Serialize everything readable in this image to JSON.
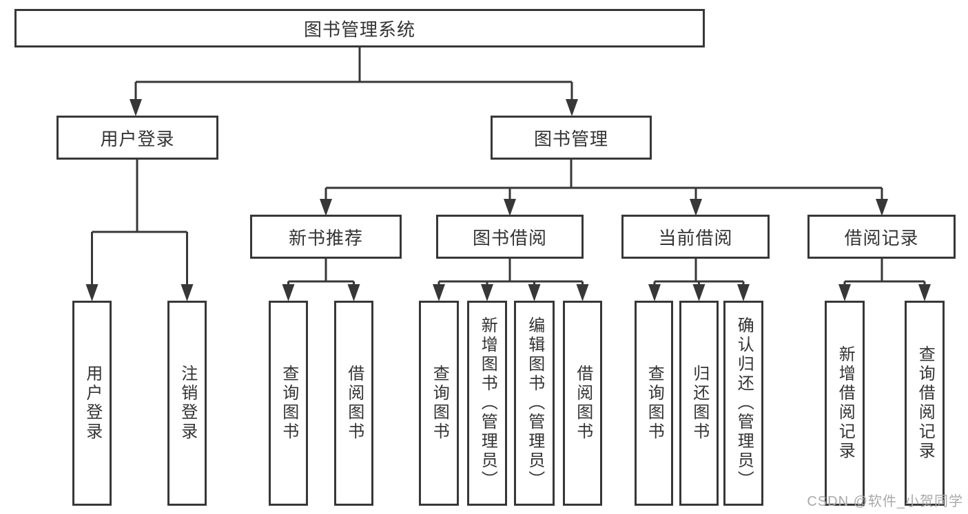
{
  "diagram": {
    "root": "图书管理系统",
    "branches": {
      "user_login": "用户登录",
      "book_management": "图书管理"
    },
    "modules": {
      "new_book": "新书推荐",
      "borrow": "图书借阅",
      "current": "当前借阅",
      "records": "借阅记录"
    },
    "leaves": {
      "user_login": [
        "用户登录",
        "注销登录"
      ],
      "new_book": [
        "查询图书",
        "借阅图书"
      ],
      "borrow": [
        "查询图书",
        "新增图书（管理员）",
        "编辑图书（管理员）",
        "借阅图书"
      ],
      "current": [
        "查询图书",
        "归还图书",
        "确认归还（管理员）"
      ],
      "records": [
        "新增借阅记录",
        "查询借阅记录"
      ]
    }
  },
  "watermark": "CSDN @软件_小贺同学",
  "colors": {
    "line": "#373737",
    "text": "#333333",
    "box_background": "#ffffff",
    "watermark": "#a9a9a9",
    "background": "#ffffff"
  }
}
